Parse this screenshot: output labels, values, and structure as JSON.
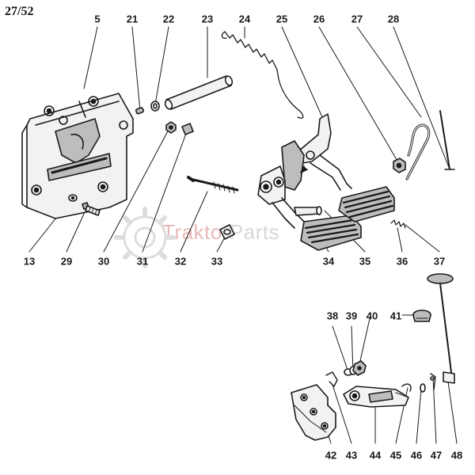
{
  "page_ref": "27/52",
  "watermark": {
    "part_a": "Traktor",
    "part_b": "Parts"
  },
  "colors": {
    "ink": "#1a1a1a",
    "part_fill": "#f2f2f2",
    "shade": "#bdbdbd",
    "watermark_red": "#e9b9b9",
    "watermark_grey": "#d8d8d8"
  },
  "labels": [
    {
      "id": "l5",
      "text": "5"
    },
    {
      "id": "l21",
      "text": "21"
    },
    {
      "id": "l22",
      "text": "22"
    },
    {
      "id": "l23",
      "text": "23"
    },
    {
      "id": "l24",
      "text": "24"
    },
    {
      "id": "l25",
      "text": "25"
    },
    {
      "id": "l26",
      "text": "26"
    },
    {
      "id": "l27",
      "text": "27"
    },
    {
      "id": "l28",
      "text": "28"
    },
    {
      "id": "l13",
      "text": "13"
    },
    {
      "id": "l29",
      "text": "29"
    },
    {
      "id": "l30",
      "text": "30"
    },
    {
      "id": "l31",
      "text": "31"
    },
    {
      "id": "l32",
      "text": "32"
    },
    {
      "id": "l33",
      "text": "33"
    },
    {
      "id": "l34",
      "text": "34"
    },
    {
      "id": "l35",
      "text": "35"
    },
    {
      "id": "l36",
      "text": "36"
    },
    {
      "id": "l37",
      "text": "37"
    },
    {
      "id": "l38",
      "text": "38"
    },
    {
      "id": "l39",
      "text": "39"
    },
    {
      "id": "l40",
      "text": "40"
    },
    {
      "id": "l41",
      "text": "41"
    },
    {
      "id": "l42",
      "text": "42"
    },
    {
      "id": "l43",
      "text": "43"
    },
    {
      "id": "l44",
      "text": "44"
    },
    {
      "id": "l45",
      "text": "45"
    },
    {
      "id": "l46",
      "text": "46"
    },
    {
      "id": "l47",
      "text": "47"
    },
    {
      "id": "l48",
      "text": "48"
    }
  ]
}
